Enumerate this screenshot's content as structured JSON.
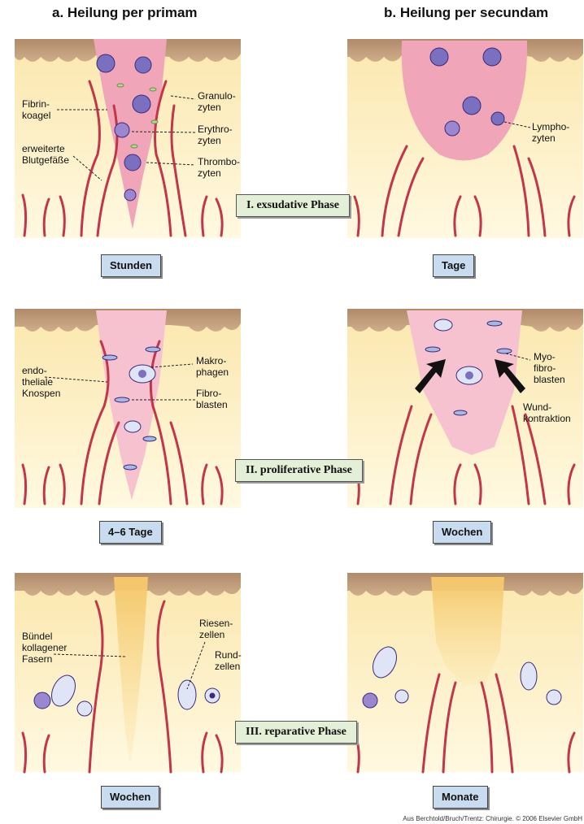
{
  "titles": {
    "left": "a. Heilung per primam",
    "right": "b. Heilung per secundam"
  },
  "phases": [
    "I. exsudative Phase",
    "II. proliferative Phase",
    "III. reparative Phase"
  ],
  "time_labels": {
    "p1_left": "Stunden",
    "p1_right": "Tage",
    "p2_left": "4–6 Tage",
    "p2_right": "Wochen",
    "p3_left": "Wochen",
    "p3_right": "Monate"
  },
  "labels": {
    "fibrinkoagel": "Fibrin-\nkoagel",
    "blutgefaesse": "erweiterte\nBlutgefäße",
    "granulozyten": "Granulo-\nzyten",
    "erythrozyten": "Erythro-\nzyten",
    "thrombozyten": "Thrombo-\nzyten",
    "lymphozyten": "Lympho-\nzyten",
    "endotheliale": "endo-\ntheliale\nKnospen",
    "makrophagen": "Makro-\nphagen",
    "fibroblasten": "Fibro-\nblasten",
    "myofibroblasten": "Myo-\nfibro-\nblasten",
    "wundkontraktion": "Wund-\nkontraktion",
    "buendel": "Bündel\nkollagener\nFasern",
    "riesenzellen": "Riesen-\nzellen",
    "rundzellen": "Rund-\nzellen"
  },
  "credit": "Aus Berchtold/Bruch/Trentz: Chirurgie. © 2006 Elsevier GmbH",
  "colors": {
    "skin": "#fdf2c4",
    "epidermis": "#b99675",
    "vessel": "#c2364a",
    "wound": "#f0a6b8",
    "phase_box": "#e3efd6",
    "time_box": "#c9dcef"
  }
}
